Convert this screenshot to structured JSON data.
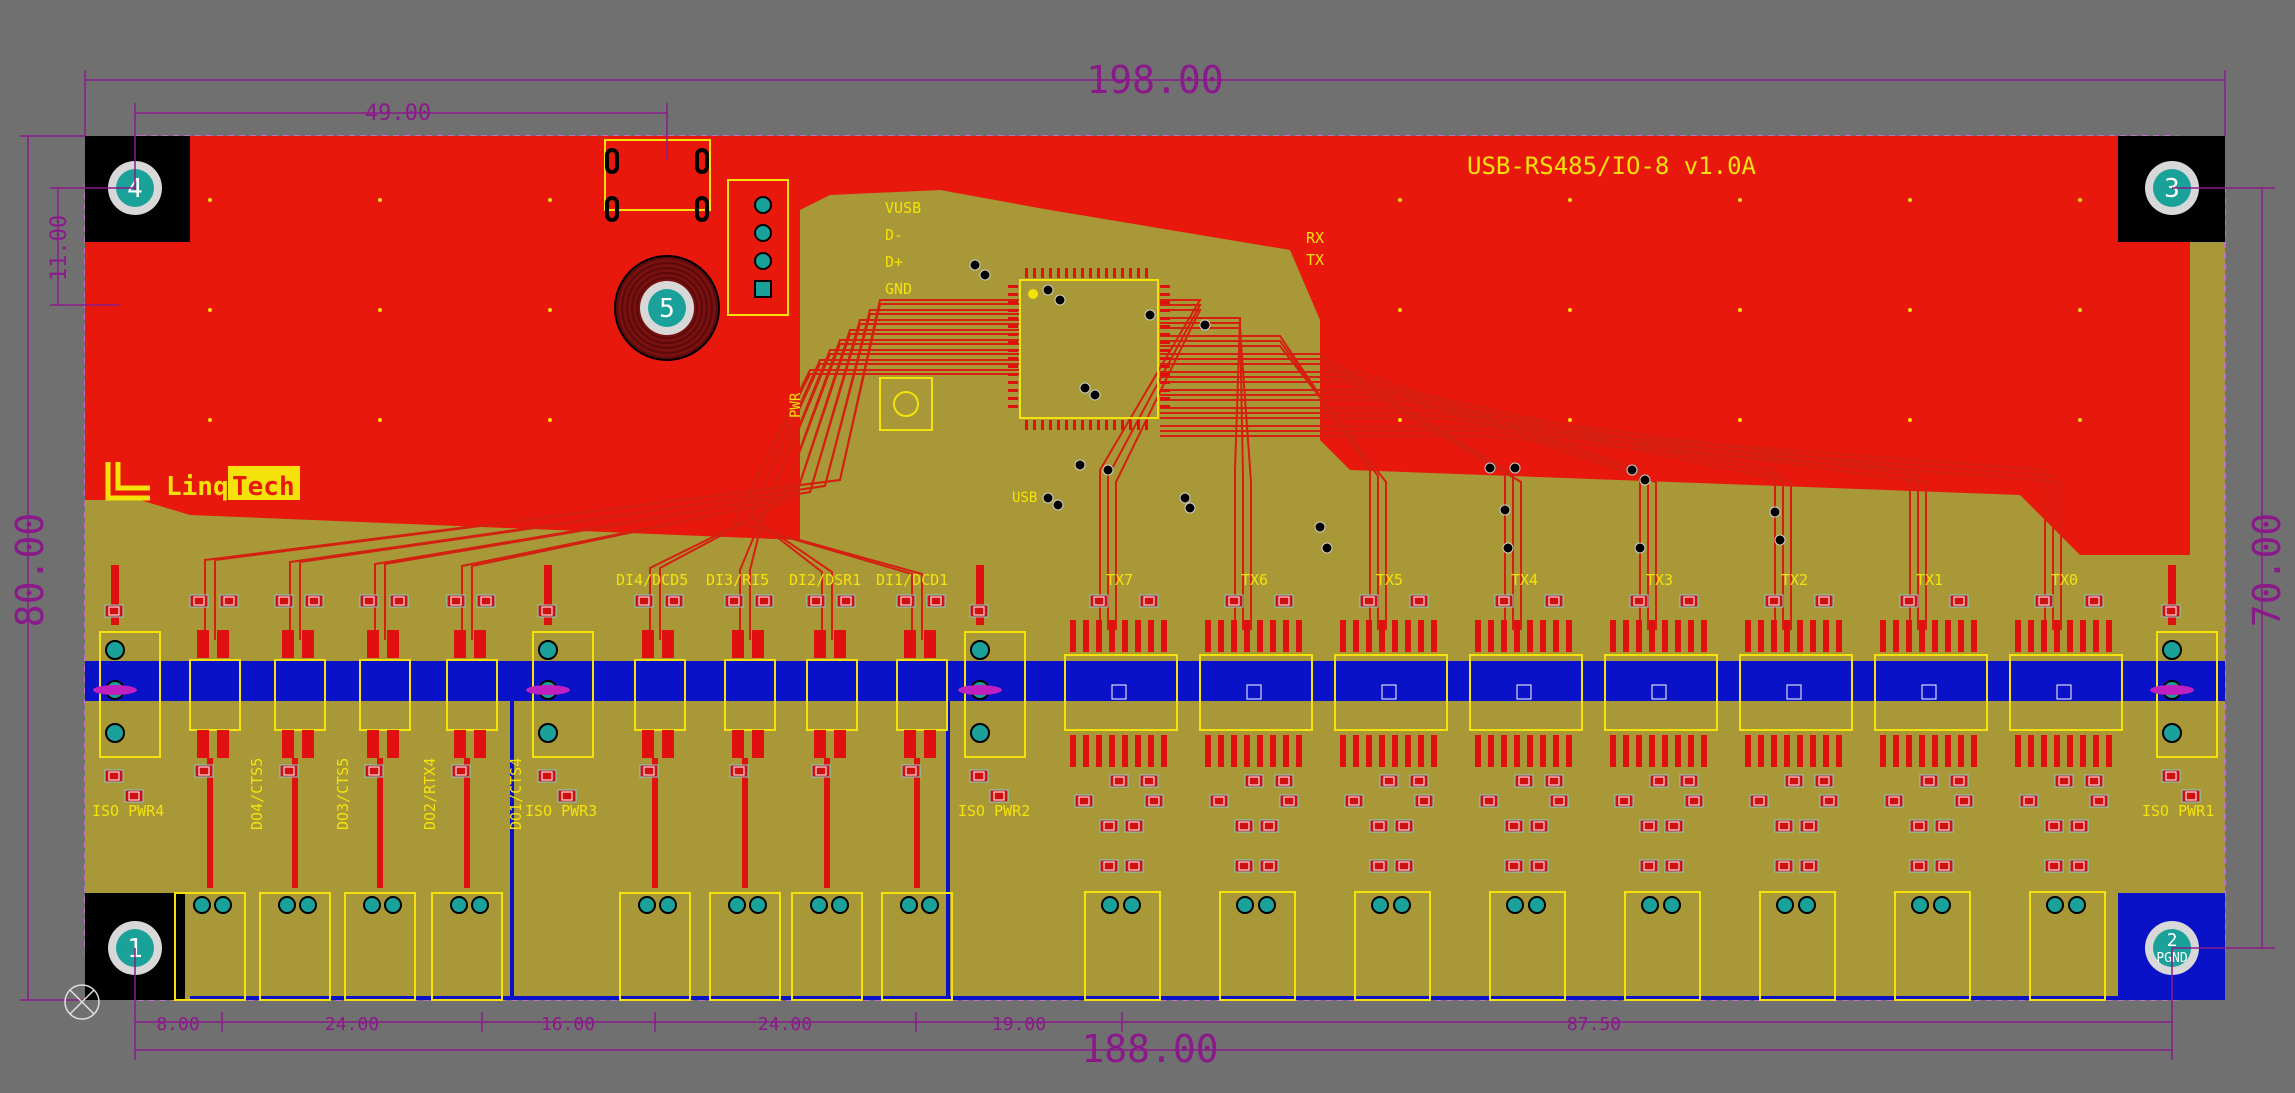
{
  "board": {
    "title": "USB-RS485/IO-8 v1.0A",
    "logo": {
      "linq": "Linq",
      "tech": "Tech"
    },
    "usb_pins": [
      "VUSB",
      "D-",
      "D+",
      "GND"
    ],
    "uart_pins": [
      "RX",
      "TX"
    ],
    "labels": {
      "pwr": "PWR",
      "usb": "USB"
    },
    "digital_inputs": [
      "DI4/DCD5",
      "DI3/RI5",
      "DI2/DSR1",
      "DI1/DCD1"
    ],
    "digital_outputs": [
      "DO4/CTS5",
      "DO3/CTS5",
      "DO2/RTX4",
      "DO1/CTS4"
    ],
    "tx_channels": [
      "TX7",
      "TX6",
      "TX5",
      "TX4",
      "TX3",
      "TX2",
      "TX1",
      "TX0"
    ],
    "iso_power": [
      "ISO PWR4",
      "ISO PWR3",
      "ISO PWR2",
      "ISO PWR1"
    ],
    "mount_holes": [
      "4",
      "3",
      "1",
      "2",
      "5"
    ],
    "pgnd_label": "PGND"
  },
  "dimensions": {
    "board_width": "198.00",
    "board_height": "80.00",
    "inner_width": "188.00",
    "inner_height": "70.00",
    "top_offset": "49.00",
    "hole_offset": "11.00",
    "bottom": [
      "8.00",
      "24.00",
      "16.00",
      "24.00",
      "19.00",
      "87.50"
    ]
  },
  "colors": {
    "background": "#707070",
    "top_copper": "#e8180c",
    "pour": "#a89838",
    "bottom_copper": "#0a12c8",
    "silkscreen": "#f4e20a",
    "dimension": "#8a1a8a",
    "pad": "#e01010",
    "hole": "#1aa19a"
  }
}
